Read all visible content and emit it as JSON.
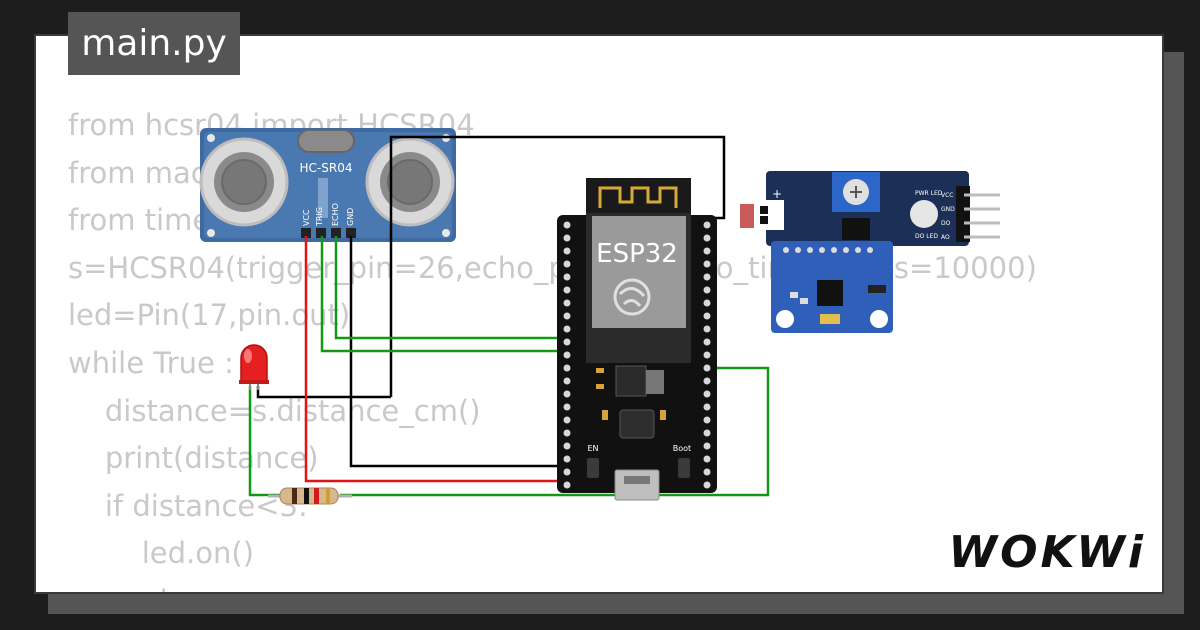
{
  "editor": {
    "file_tab": "main.py",
    "code_lines": [
      "from hcsr04 import HCSR04",
      "from machine import Pin",
      "from time import sleep",
      "s=HCSR04(trigger_pin=26,echo_pin=25,echo_timeout_us=10000)",
      "led=Pin(17,pin.out)",
      "while True :",
      "    distance=s.distance_cm()",
      "    print(distance)",
      "    if distance<3:",
      "        led.on()",
      "        else:"
    ]
  },
  "circuit": {
    "ultrasonic_label": "HC-SR04",
    "ultrasonic_pins": [
      "VCC",
      "TRIG",
      "ECHO",
      "GND"
    ],
    "mcu_label": "ESP32",
    "mcu_buttons": [
      "EN",
      "Boot"
    ],
    "sensor_labels": [
      "PWR LED",
      "DO LED"
    ],
    "sensor_pins": [
      "VCC",
      "GND",
      "DO",
      "AO"
    ],
    "wire_colors": {
      "black": "#000000",
      "green": "#119911",
      "red": "#e01515"
    }
  },
  "brand": {
    "logo": "WOKWi"
  }
}
